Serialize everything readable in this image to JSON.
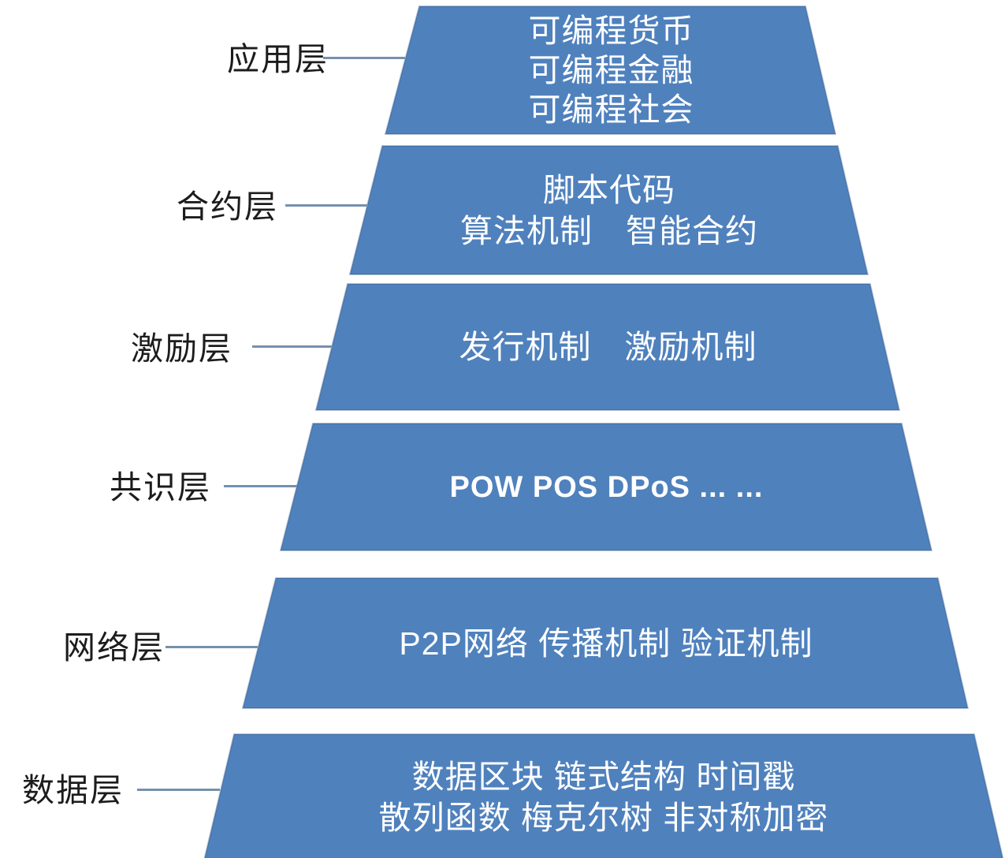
{
  "colors": {
    "layer_fill": "#4f81bd",
    "layer_edge": "#2c507d",
    "content_text": "#ffffff",
    "label_text": "#1c1c1c",
    "leader_line": "#7591ad",
    "background": "#ffffff"
  },
  "layers": [
    {
      "label": "应用层",
      "lines": [
        "可编程货币",
        "可编程金融",
        "可编程社会"
      ]
    },
    {
      "label": "合约层",
      "lines": [
        "脚本代码",
        "算法机制　智能合约"
      ]
    },
    {
      "label": "激励层",
      "lines": [
        "发行机制　激励机制"
      ]
    },
    {
      "label": "共识层",
      "lines": [
        "POW POS DPoS ... ..."
      ]
    },
    {
      "label": "网络层",
      "lines": [
        "P2P网络 传播机制 验证机制"
      ]
    },
    {
      "label": "数据层",
      "lines": [
        "数据区块 链式结构 时间戳",
        "散列函数 梅克尔树 非对称加密"
      ]
    }
  ]
}
